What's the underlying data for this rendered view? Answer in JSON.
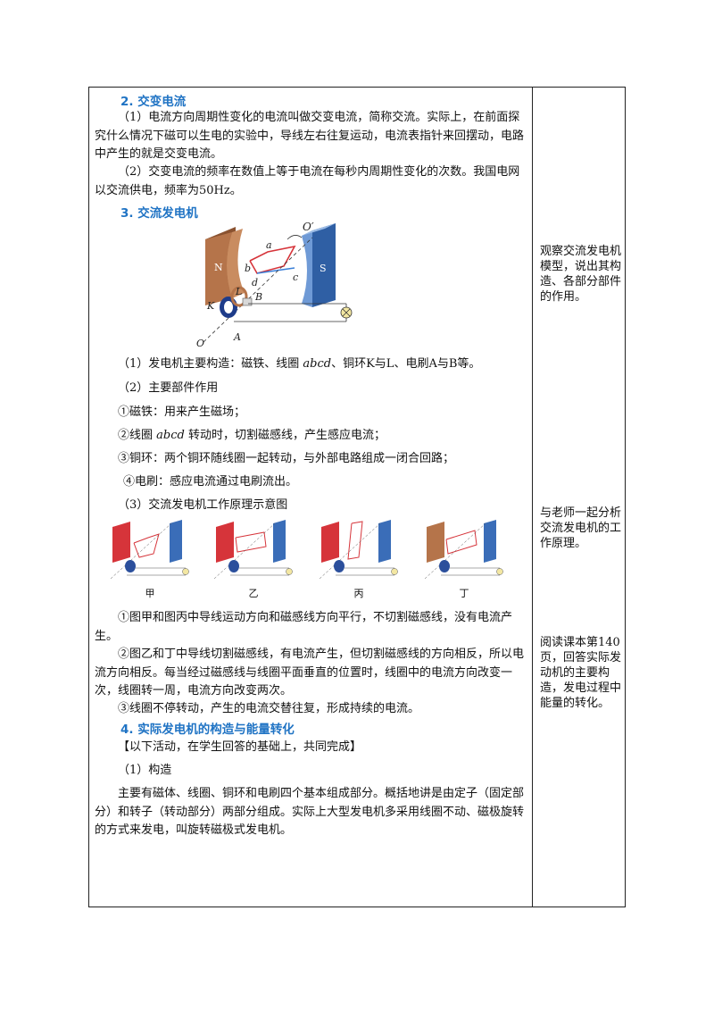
{
  "section2": {
    "heading": "2. 交变电流",
    "p1": "（1）电流方向周期性变化的电流叫做交变电流，简称交流。实际上，在前面探究什么情况下磁可以生电的实验中，导线左右往复运动，电流表指针来回摆动，电路中产生的就是交变电流。",
    "p2": "（2）交变电流的频率在数值上等于电流在每秒内周期性变化的次数。我国电网以交流供电，频率为50Hz。"
  },
  "section3": {
    "heading": "3. 交流发电机",
    "figure_labels": {
      "O_prime": "O′",
      "a": "a",
      "b": "b",
      "c": "c",
      "d": "d",
      "N": "N",
      "S": "S",
      "B": "B",
      "K": "K",
      "L": "L",
      "O": "O",
      "A": "A"
    },
    "s1_pre": "（1）发电机主要构造：磁铁、线圈 ",
    "s1_em": "abcd",
    "s1_post": "、铜环K与L、电刷A与B等。",
    "s2": "（2）主要部件作用",
    "i1": "①磁铁：用来产生磁场；",
    "i2_pre": "②线圈 ",
    "i2_em": "abcd",
    "i2_post": " 转动时，切割磁感线，产生感应电流；",
    "i3": "③铜环：两个铜环随线圈一起转动，与外部电路组成一闭合回路；",
    "i4": "④电刷：感应电流通过电刷流出。",
    "s3": "（3）交流发电机工作原理示意图",
    "captions": [
      "甲",
      "乙",
      "丙",
      "丁"
    ],
    "e1": "①图甲和图丙中导线运动方向和磁感线方向平行，不切割磁感线，没有电流产生。",
    "e2": "②图乙和丁中导线切割磁感线，有电流产生，但切割磁感线的方向相反，所以电流方向相反。每当经过磁感线与线圈平面垂直的位置时，线圈中的电流方向改变一次，线圈转一周，电流方向改变两次。",
    "e3": "③线圈不停转动，产生的电流交替往复，形成持续的电流。"
  },
  "section4": {
    "heading": "4. 实际发电机的构造与能量转化",
    "note": "【以下活动，在学生回答的基础上，共同完成】",
    "s1": "（1）构造",
    "p": "主要有磁体、线圈、铜环和电刷四个基本组成部分。概括地讲是由定子（固定部分）和转子（转动部分）两部分组成。实际上大型发电机多采用线圈不动、磁极旋转的方式来发电，叫旋转磁极式发电机。"
  },
  "side": {
    "note1": "观察交流发电机模型，说出其构造、各部分部件的作用。",
    "note2": "与老师一起分析交流发电机的工作原理。",
    "note3": "阅读课本第140页，回答实际发动机的主要构造，发电过程中能量的转化。"
  },
  "colors": {
    "heading": "#1f73c4",
    "magnet_n_main": "#b5744a",
    "magnet_s": "#4a7fc8",
    "magnet_n_small": "#d6343a"
  }
}
